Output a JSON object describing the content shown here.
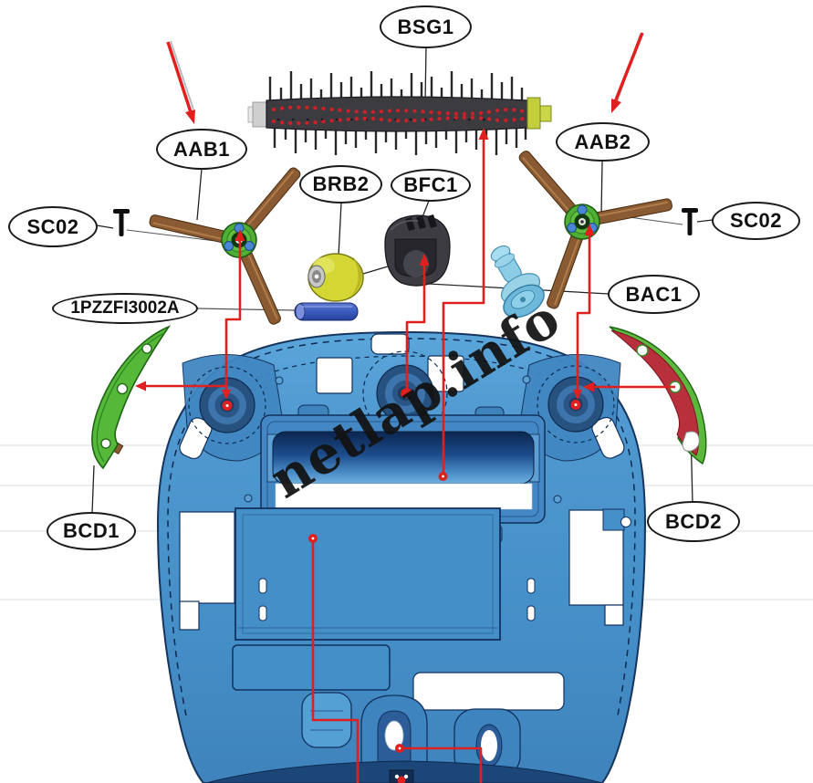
{
  "watermark": "netlap.info",
  "part_labels": {
    "bsg1": "BSG1",
    "aab1": "AAB1",
    "aab2": "AAB2",
    "sc02_left": "SC02",
    "sc02_right": "SC02",
    "brb2": "BRB2",
    "bfc1": "BFC1",
    "bac1": "BAC1",
    "filter_part": "1PZZFI3002A",
    "bcd1": "BCD1",
    "bcd2": "BCD2"
  },
  "colors": {
    "accent_red": "#e0201f",
    "body_blue": "#4690c9",
    "outline_navy": "#12305a",
    "bumper_green": "#56b838",
    "bumper_red": "#b8303c",
    "wheel_yellow": "#d4d634",
    "brush_arm_brown": "#8a5a32",
    "caster_light_blue": "#9ad2e8",
    "battery_blue": "#3a5bbf"
  }
}
